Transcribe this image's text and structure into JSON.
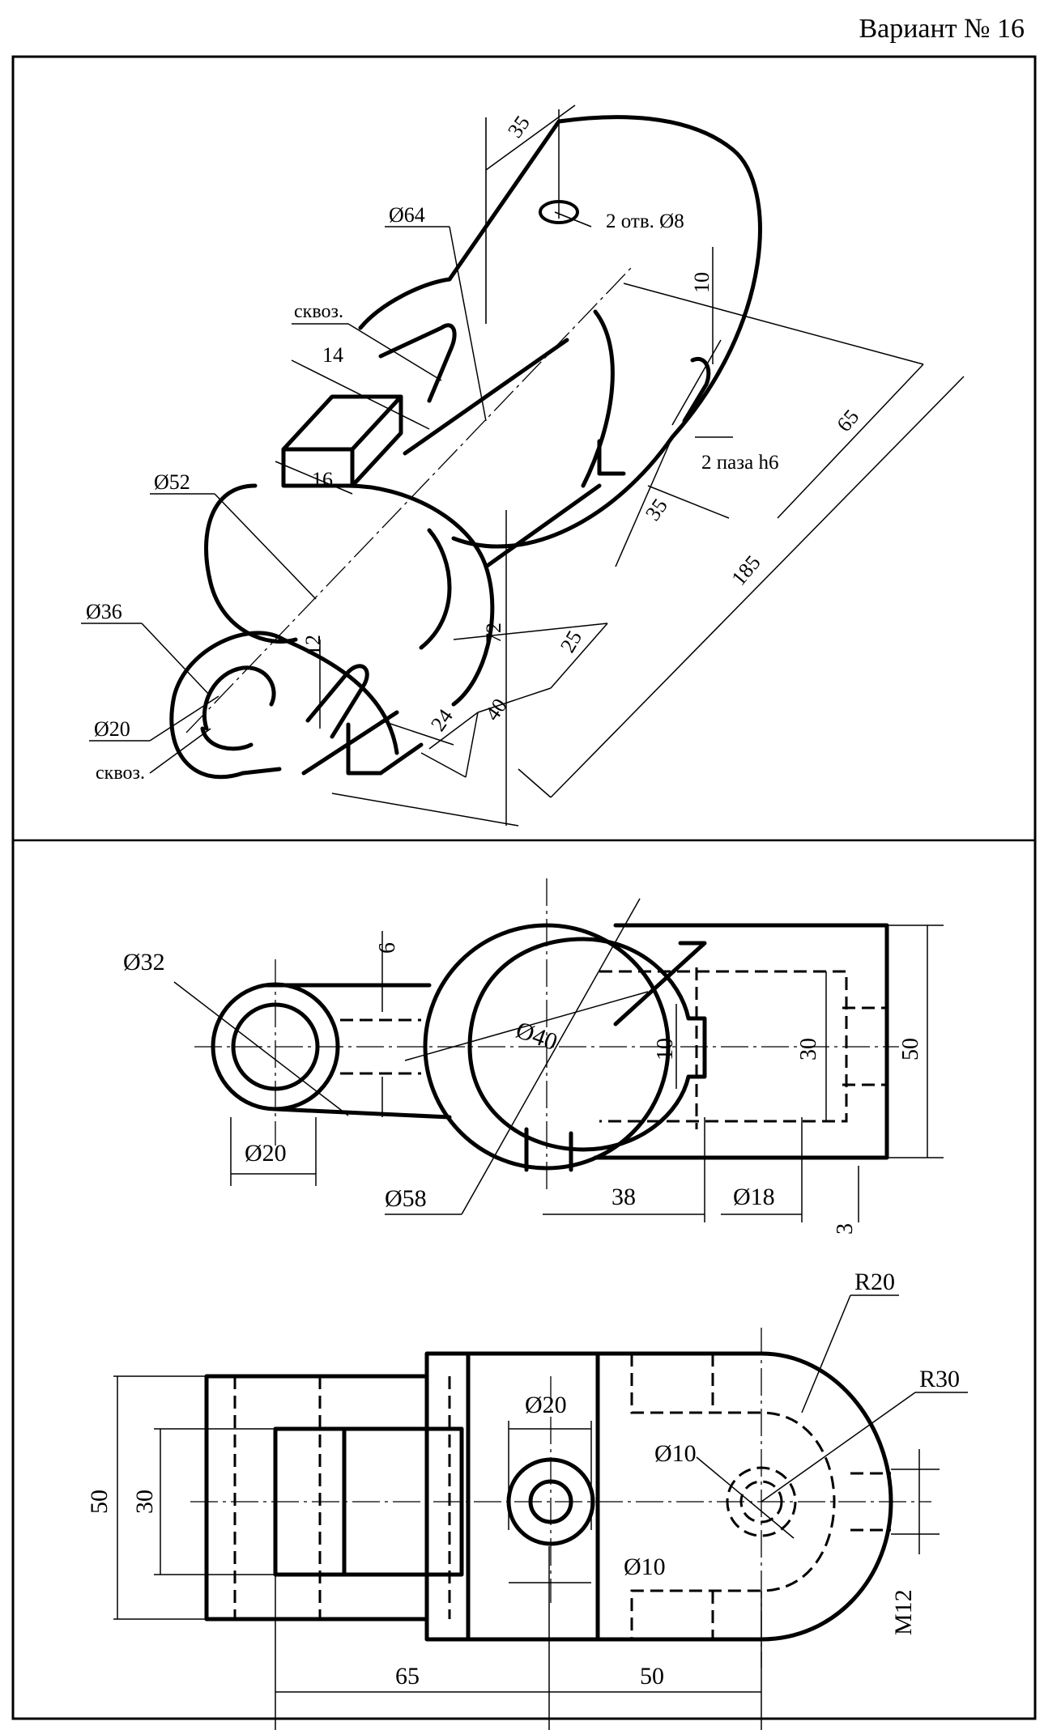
{
  "header": {
    "variant_title": "Вариант № 16"
  },
  "isometric_view": {
    "labels": {
      "dia64": "Ø64",
      "dia52": "Ø52",
      "dia36": "Ø36",
      "dia20": "Ø20",
      "through_top": "сквоз.",
      "through_bottom": "сквоз.",
      "holes": "2 отв. Ø8",
      "slots": "2 паза h6",
      "d35_top": "35",
      "d10": "10",
      "d65": "65",
      "d35_right": "35",
      "d185": "185",
      "d14": "14",
      "d16": "16",
      "d12": "12",
      "d72": "72",
      "d25": "25",
      "d40": "40",
      "d24": "24"
    }
  },
  "front_view": {
    "labels": {
      "dia32": "Ø32",
      "d6": "6",
      "dia40": "Ø40",
      "d10": "10",
      "d30": "30",
      "d50": "50",
      "dia20": "Ø20",
      "dia58": "Ø58",
      "d38": "38",
      "dia18": "Ø18",
      "d3": "3"
    }
  },
  "top_view": {
    "labels": {
      "r20": "R20",
      "r30": "R30",
      "dia20": "Ø20",
      "dia10_right": "Ø10",
      "dia10_bottom": "Ø10",
      "d50_left": "50",
      "d30_left": "30",
      "d65": "65",
      "d50_bottom": "50",
      "m12": "M12"
    }
  }
}
